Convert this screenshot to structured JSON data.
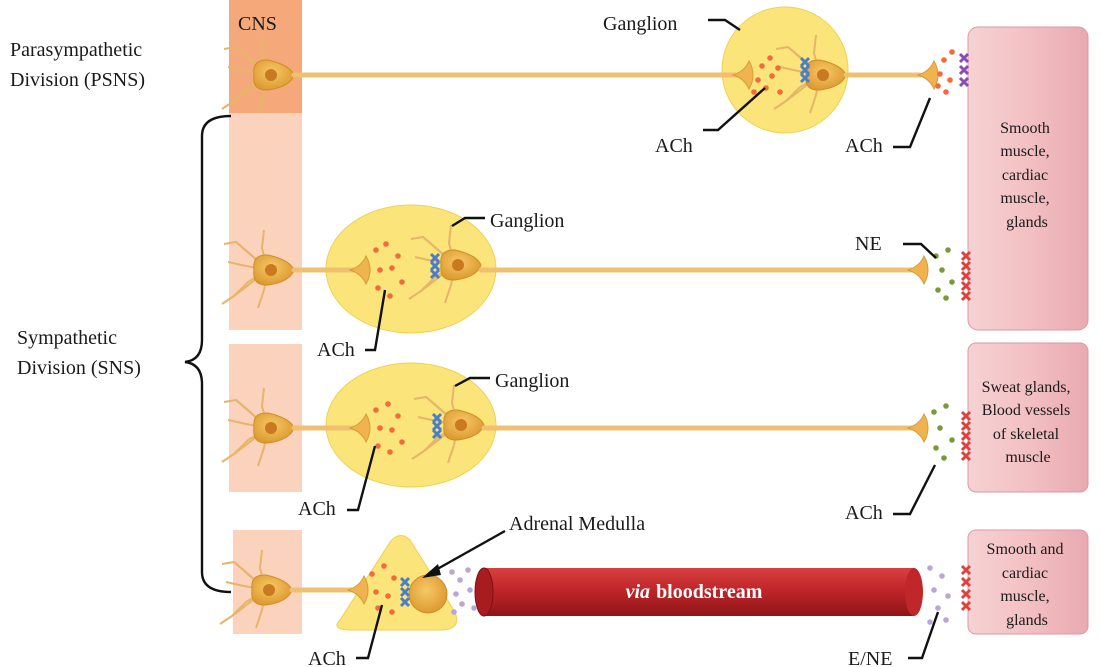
{
  "divisions": {
    "parasympathetic": [
      "Parasympathetic",
      "Division (PSNS)"
    ],
    "sympathetic": [
      "Sympathetic",
      "Division (SNS)"
    ]
  },
  "cns_label": "CNS",
  "labels": {
    "ganglion": "Ganglion",
    "ach": "ACh",
    "ne": "NE",
    "e_ne": "E/NE",
    "adrenal_medulla": "Adrenal Medulla",
    "via": "via",
    "bloodstream": "bloodstream"
  },
  "targets": {
    "smooth_cardiac_glands": [
      "Smooth",
      "muscle,",
      "cardiac",
      "muscle,",
      "glands"
    ],
    "sweat_blood": [
      "Sweat glands,",
      "Blood vessels",
      "of skeletal",
      "muscle"
    ],
    "smooth_cardiac_glands_2": [
      "Smooth and",
      "cardiac",
      "muscle,",
      "glands"
    ]
  },
  "colors": {
    "cns_dark": "#f5a97a",
    "cns_light": "#fbd3bd",
    "axon": "#f0c070",
    "neuron_body": "#f2b347",
    "ganglion": "#fbe57a",
    "target": "#f3c2c4",
    "blood_vessel": "#c6262a",
    "ach_dot": "#f26b3a",
    "ne_dot": "#7a9a3a",
    "e_ne_dot": "#b9a6d8",
    "receptor_blue": "#4a7fc8",
    "receptor_red": "#e0413c",
    "receptor_purple": "#8a4bb5"
  }
}
